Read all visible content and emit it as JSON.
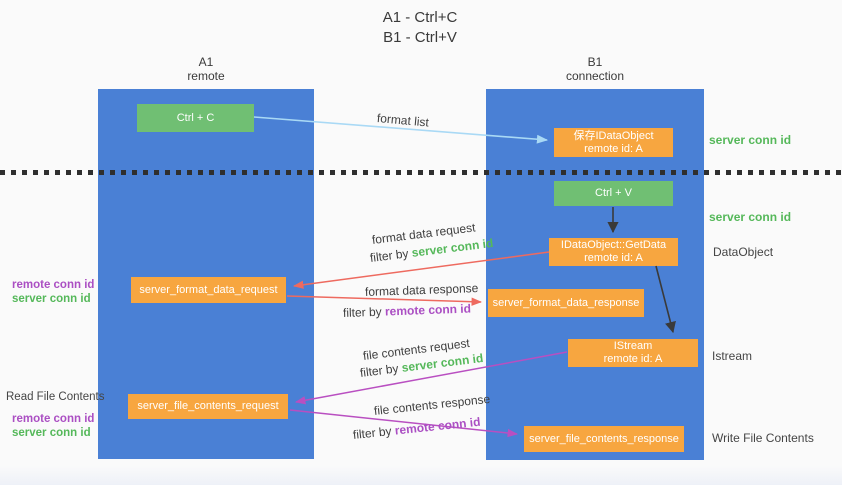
{
  "title": {
    "line1": "A1 - Ctrl+C",
    "line2": "B1 - Ctrl+V"
  },
  "lanes": {
    "left": {
      "id": "A1",
      "subtitle": "remote"
    },
    "right": {
      "id": "B1",
      "subtitle": "connection"
    }
  },
  "nodes": {
    "ctrl_c": {
      "label": "Ctrl + C"
    },
    "ctrl_v": {
      "label": "Ctrl + V"
    },
    "save_idataobject": {
      "line1": "保存IDataObject",
      "line2": "remote id: A"
    },
    "idataobject_getdata": {
      "line1": "IDataObject::GetData",
      "line2": "remote id: A"
    },
    "istream": {
      "line1": "IStream",
      "line2": "remote id: A"
    },
    "server_format_data_request": {
      "label": "server_format_data_request"
    },
    "server_format_data_response": {
      "label": "server_format_data_response"
    },
    "server_file_contents_request": {
      "label": "server_file_contents_request"
    },
    "server_file_contents_response": {
      "label": "server_file_contents_response"
    }
  },
  "edge_labels": {
    "format_list": "format list",
    "format_data_request": "format data request",
    "format_data_response": "format data response",
    "file_contents_request": "file contents request",
    "file_contents_response": "file contents response",
    "filter_by": "filter by ",
    "server_conn_id": "server conn id",
    "remote_conn_id": "remote conn id"
  },
  "side_labels": {
    "server_conn_id_top": "server conn id",
    "server_conn_id_mid": "server conn id",
    "dataobject": "DataObject",
    "istream": "Istream",
    "read_file_contents": "Read File Contents",
    "write_file_contents": "Write File Contents",
    "remote_conn_id": "remote conn id",
    "server_conn_id": "server conn id"
  },
  "colors": {
    "lifeline_blue": "#4a80d5",
    "node_orange": "#f7a640",
    "node_green": "#70bf73",
    "text_green": "#55b85a",
    "text_purple": "#ab4fc3",
    "arrow_red": "#ee6a5f",
    "arrow_magenta": "#b94fc1",
    "arrow_lightblue": "#a9d9f5",
    "arrow_black": "#3a3a3a"
  }
}
